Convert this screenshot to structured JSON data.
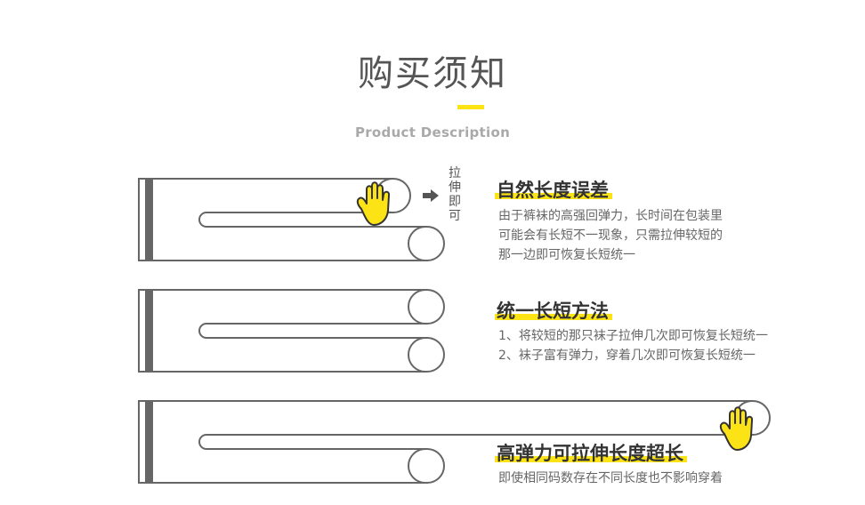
{
  "header": {
    "title": "购买须知",
    "subtitle": "Product Description"
  },
  "colors": {
    "accent": "#fce316",
    "outline": "#666666"
  },
  "sections": [
    {
      "annotation": "拉伸即可",
      "heading": "自然长度误差",
      "lines": [
        "由于裤袜的高强回弹力，长时间在包装里",
        "可能会有长短不一现象，只需拉伸较短的",
        "那一边即可恢复长短统一"
      ],
      "icons": [
        "arrow-right-icon",
        "hand-pull-icon"
      ]
    },
    {
      "heading": "统一长短方法",
      "lines": [
        "1、将较短的那只袜子拉伸几次即可恢复长短统一",
        "2、袜子富有弹力，穿着几次即可恢复长短统一"
      ]
    },
    {
      "heading": "高弹力可拉伸长度超长",
      "lines": [
        "即使相同码数存在不同长度也不影响穿着"
      ],
      "icons": [
        "hand-pull-icon"
      ]
    }
  ]
}
